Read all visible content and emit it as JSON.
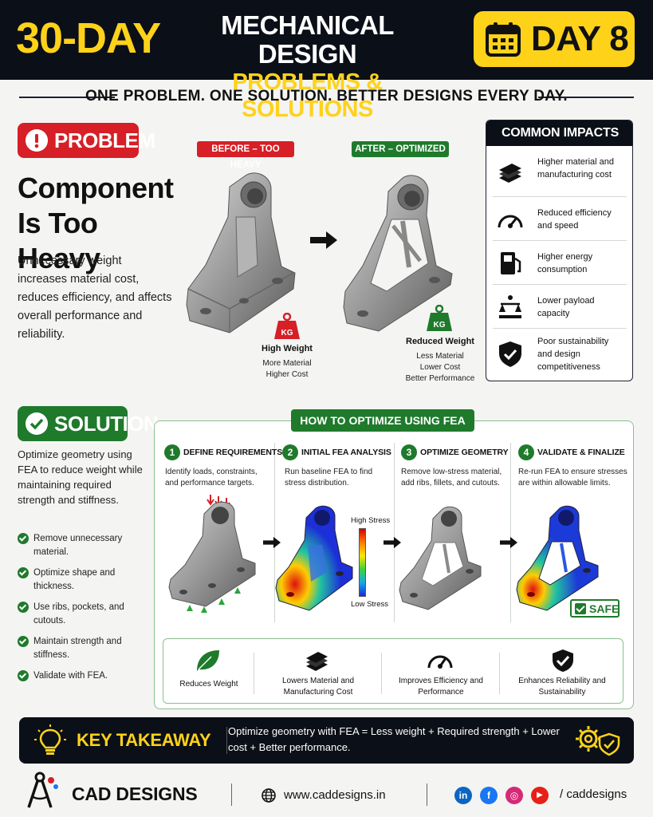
{
  "header": {
    "series_label": "30-DAY",
    "title_line1": "MECHANICAL DESIGN",
    "title_line2": "PROBLEMS & SOLUTIONS",
    "day_label": "DAY 8"
  },
  "tagline": "ONE PROBLEM. ONE SOLUTION. BETTER DESIGNS EVERY DAY.",
  "problem": {
    "badge": "PROBLEM",
    "heading_line1": "Component",
    "heading_line2": "Is Too Heavy",
    "description": "Unnecessary weight increases material cost, reduces efficiency, and affects overall performance and reliability.",
    "before_tag": "BEFORE – TOO HEAVY",
    "after_tag": "AFTER – OPTIMIZED",
    "kg_label": "KG",
    "before_title": "High Weight",
    "before_lines": [
      "More Material",
      "Higher Cost"
    ],
    "after_title": "Reduced Weight",
    "after_lines": [
      "Less Material",
      "Lower Cost",
      "Better Performance"
    ]
  },
  "impacts": {
    "title": "COMMON IMPACTS",
    "items": [
      {
        "icon": "money-stack-icon",
        "text": "Higher material and manufacturing cost"
      },
      {
        "icon": "speedometer-icon",
        "text": "Reduced efficiency and speed"
      },
      {
        "icon": "fuel-pump-icon",
        "text": "Higher energy consumption"
      },
      {
        "icon": "payload-scale-icon",
        "text": "Lower payload capacity"
      },
      {
        "icon": "shield-check-icon",
        "text": "Poor sustainability and design competitiveness"
      }
    ]
  },
  "solution": {
    "badge": "SOLUTION",
    "description": "Optimize geometry using FEA to reduce weight while maintaining required strength and stiffness.",
    "checklist": [
      "Remove unnecessary material.",
      "Optimize shape and thickness.",
      "Use ribs, pockets, and cutouts.",
      "Maintain strength and stiffness.",
      "Validate with FEA."
    ]
  },
  "fea": {
    "title": "HOW TO OPTIMIZE USING FEA",
    "steps": [
      {
        "num": "1",
        "title": "DEFINE REQUIREMENTS",
        "desc": "Identify loads, constraints, and performance targets."
      },
      {
        "num": "2",
        "title": "INITIAL FEA ANALYSIS",
        "desc": "Run baseline FEA to find stress distribution."
      },
      {
        "num": "3",
        "title": "OPTIMIZE GEOMETRY",
        "desc": "Remove low-stress material, add ribs, fillets, and cutouts."
      },
      {
        "num": "4",
        "title": "VALIDATE & FINALIZE",
        "desc": "Re-run FEA to ensure stresses are within allowable limits."
      }
    ],
    "high_stress": "High Stress",
    "low_stress": "Low Stress",
    "safe_label": "SAFE",
    "benefits": [
      {
        "icon": "leaf-icon",
        "text": "Reduces Weight"
      },
      {
        "icon": "money-stack-icon",
        "text": "Lowers Material and Manufacturing Cost"
      },
      {
        "icon": "speedometer-icon",
        "text": "Improves Efficiency and Performance"
      },
      {
        "icon": "shield-check-icon",
        "text": "Enhances Reliability and Sustainability"
      }
    ]
  },
  "takeaway": {
    "label": "KEY TAKEAWAY",
    "text": "Optimize geometry with FEA = Less weight + Required strength + Lower cost + Better performance."
  },
  "footer": {
    "brand": "CAD DESIGNS",
    "website": "www.caddesigns.in",
    "social_handle": "/ caddesigns",
    "social": [
      {
        "icon": "linkedin-icon",
        "label": "in",
        "color": "#0a66c2"
      },
      {
        "icon": "facebook-icon",
        "label": "f",
        "color": "#1877f2"
      },
      {
        "icon": "instagram-icon",
        "label": "◎",
        "color": "#d62976"
      },
      {
        "icon": "youtube-icon",
        "label": "▶",
        "color": "#e62117"
      }
    ]
  },
  "colors": {
    "accent_yellow": "#ffd21a",
    "dark": "#0b0f17",
    "problem_red": "#d61f26",
    "solution_green": "#1f7a2c"
  }
}
